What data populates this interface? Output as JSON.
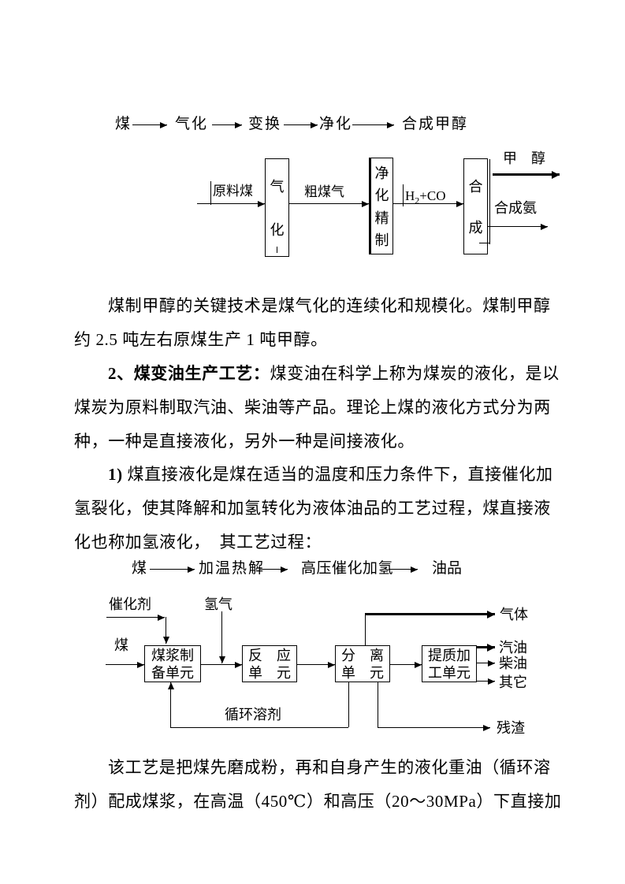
{
  "flow1": {
    "steps": [
      "煤",
      "气化",
      "变换",
      "净化",
      "合成甲醇"
    ]
  },
  "diagram1": {
    "input_label": "原料煤",
    "box_gasification": [
      "气",
      "化"
    ],
    "label_raw_gas": "粗煤气",
    "box_purification": [
      "净",
      "化",
      "精",
      "制"
    ],
    "label_syngas": {
      "pre": "H",
      "sub": "2",
      "post": "+CO"
    },
    "box_synthesis": [
      "合",
      "成"
    ],
    "output_methanol": "甲　醇",
    "output_ammonia": "合成氨"
  },
  "para1": {
    "lines": [
      "煤制甲醇的关键技术是煤气化的连续化和规模化。煤制甲醇",
      "约 2.5 吨左右原煤生产 1 吨甲醇。"
    ]
  },
  "para2": {
    "bold": "2、煤变油生产工艺：",
    "line1_rest": "煤变油在科学上称为煤炭的液化，是以",
    "lines": [
      "煤炭为原料制取汽油、柴油等产品。理论上煤的液化方式分为两",
      "种，一种是直接液化，另外一种是间接液化。"
    ]
  },
  "para3": {
    "bold": "1)",
    "line1_rest": " 煤直接液化是煤在适当的温度和压力条件下，直接催化加",
    "lines": [
      "氢裂化，使其降解和加氢转化为液体油品的工艺过程，煤直接液",
      "化也称加氢液化，  其工艺过程："
    ]
  },
  "flow2": {
    "steps": [
      "煤",
      "加温热解",
      "高压催化加氢",
      "油品"
    ]
  },
  "diagram2": {
    "input_catalyst": "催化剂",
    "input_hydrogen": "氢气",
    "input_coal": "煤",
    "box_slurry": [
      "煤浆制",
      "备单元"
    ],
    "box_reaction": [
      "反　应",
      "单　元"
    ],
    "box_separation": [
      "分　离",
      "单　元"
    ],
    "box_upgrading": [
      "提质加",
      "工单元"
    ],
    "output_gas": "气体",
    "output_gasoline": "汽油",
    "output_diesel": "柴油",
    "output_other": "其它",
    "output_residue": "残渣",
    "label_recycle": "循环溶剂"
  },
  "para4": {
    "lines": [
      "该工艺是把煤先磨成粉，再和自身产生的液化重油（循环溶",
      "剂）配成煤浆，在高温（450℃）和高压（20～30MPa）下直接加"
    ]
  }
}
